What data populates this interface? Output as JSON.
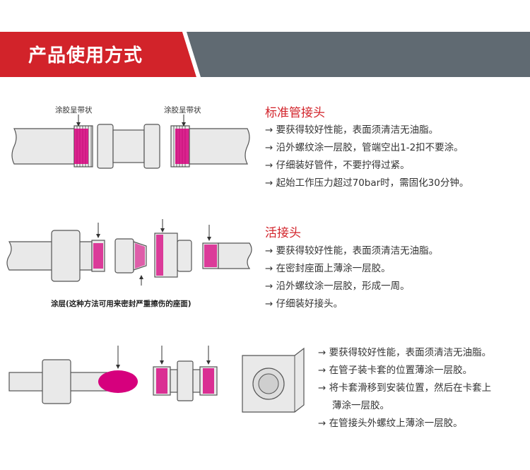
{
  "header": {
    "title": "产品使用方式"
  },
  "colors": {
    "accent": "#d2232a",
    "banner_gray": "#606a72",
    "glue": "#d6007d"
  },
  "section1": {
    "title": "标准管接头",
    "caption_left": "涂胶呈带状",
    "caption_right": "涂胶呈带状",
    "steps": [
      "→ 要获得较好性能，表面须清洁无油脂。",
      "→ 沿外螺纹涂一层胶，管端空出1-2扣不要涂。",
      "→ 仔细装好管件，不要拧得过紧。",
      "→ 起始工作压力超过70bar时，需固化30分钟。"
    ]
  },
  "section2": {
    "title": "活接头",
    "caption": "涂层(这种方法可用来密封严重擦伤的座面)",
    "steps": [
      "→ 要获得较好性能，表面须清洁无油脂。",
      "→ 在密封座面上薄涂一层胶。",
      "→ 沿外螺纹涂一层胶，形成一周。",
      "→ 仔细装好接头。"
    ]
  },
  "section3": {
    "steps": [
      "→ 要获得较好性能，表面须清洁无油脂。",
      "→ 在管子装卡套的位置薄涂一层胶。",
      "→ 将卡套滑移到安装位置，然后在卡套上",
      "薄涂一层胶。",
      "→ 在管接头外螺纹上薄涂一层胶。"
    ]
  }
}
